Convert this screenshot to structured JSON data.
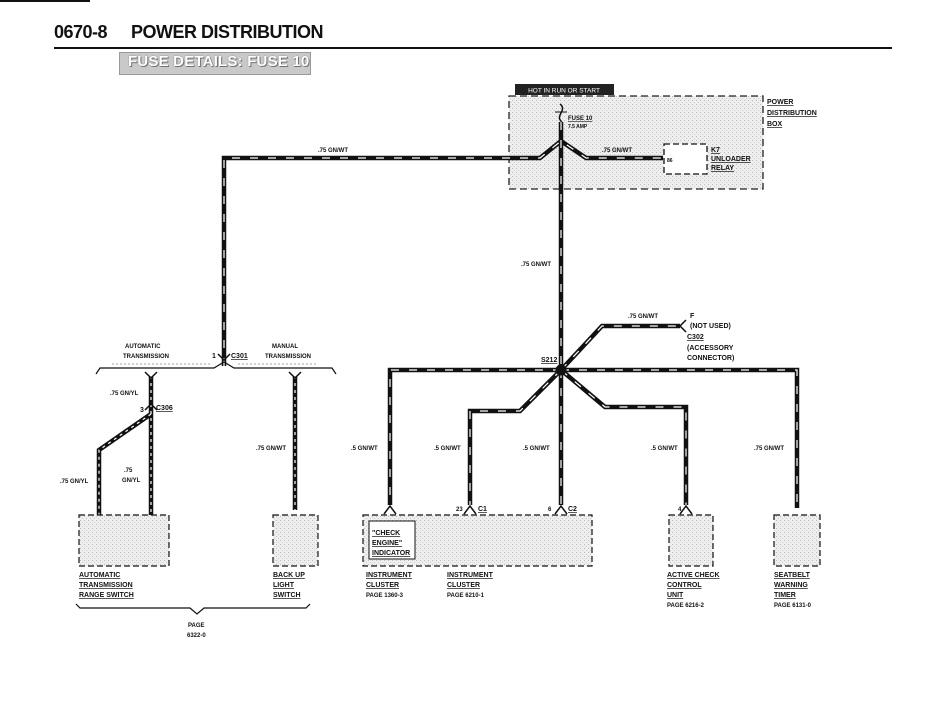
{
  "header": {
    "page_number": "0670-8",
    "section_title": "POWER DISTRIBUTION",
    "subtitle": "FUSE DETAILS: FUSE 10"
  },
  "diagram": {
    "hot_label": "HOT IN RUN OR START",
    "fuse": {
      "name": "FUSE 10",
      "rating": "7.5 AMP"
    },
    "power_box": {
      "line1": "POWER",
      "line2": "DISTRIBUTION",
      "line3": "BOX"
    },
    "relay": {
      "pin": "86",
      "id": "K7",
      "line1": "UNLOADER",
      "line2": "RELAY"
    },
    "wires": {
      "top_left": ".75 GN/WT",
      "to_relay": ".75 GN/WT",
      "main_down": ".75 GN/WT",
      "accessory": ".75 GN/WT",
      "gn_yl_upper": ".75 GN/YL",
      "gn_yl_left": ".75 GN/YL",
      "gn_yl_right_a": ".75",
      "gn_yl_right_b": "GN/YL",
      "manual": ".75 GN/WT",
      "check_engine": ".5 GN/WT",
      "cluster_c1": ".5 GN/WT",
      "cluster_c2": ".5 GN/WT",
      "active_check": ".5 GN/WT",
      "seatbelt": ".75 GN/WT"
    },
    "accessory_connector": {
      "pin": "F",
      "not_used": "(NOT USED)",
      "id": "C302",
      "line1": "(ACCESSORY",
      "line2": "CONNECTOR)"
    },
    "splice": "S212",
    "connectors": {
      "c301_pin": "1",
      "c301": "C301",
      "c306_pin": "3",
      "c306": "C306",
      "c1_pin": "23",
      "c1": "C1",
      "c2_pin": "6",
      "c2": "C2",
      "active_pin": "4"
    },
    "options": {
      "automatic_1": "AUTOMATIC",
      "automatic_2": "TRANSMISSION",
      "manual_1": "MANUAL",
      "manual_2": "TRANSMISSION"
    },
    "components": {
      "range_switch": {
        "l1": "AUTOMATIC",
        "l2": "TRANSMISSION",
        "l3": "RANGE SWITCH"
      },
      "backup_switch": {
        "l1": "BACK UP",
        "l2": "LIGHT",
        "l3": "SWITCH"
      },
      "check_engine": {
        "l1": "\"CHECK",
        "l2": "ENGINE\"",
        "l3": "INDICATOR"
      },
      "cluster_left": {
        "l1": "INSTRUMENT",
        "l2": "CLUSTER",
        "page": "PAGE 1360-3"
      },
      "cluster_right": {
        "l1": "INSTRUMENT",
        "l2": "CLUSTER",
        "page": "PAGE 6210-1"
      },
      "active_check": {
        "l1": "ACTIVE CHECK",
        "l2": "CONTROL",
        "l3": "UNIT",
        "page": "PAGE 6216-2"
      },
      "seatbelt": {
        "l1": "SEATBELT",
        "l2": "WARNING",
        "l3": "TIMER",
        "page": "PAGE 6131-0"
      }
    },
    "page_ref": {
      "l1": "PAGE",
      "l2": "6322-0"
    }
  }
}
